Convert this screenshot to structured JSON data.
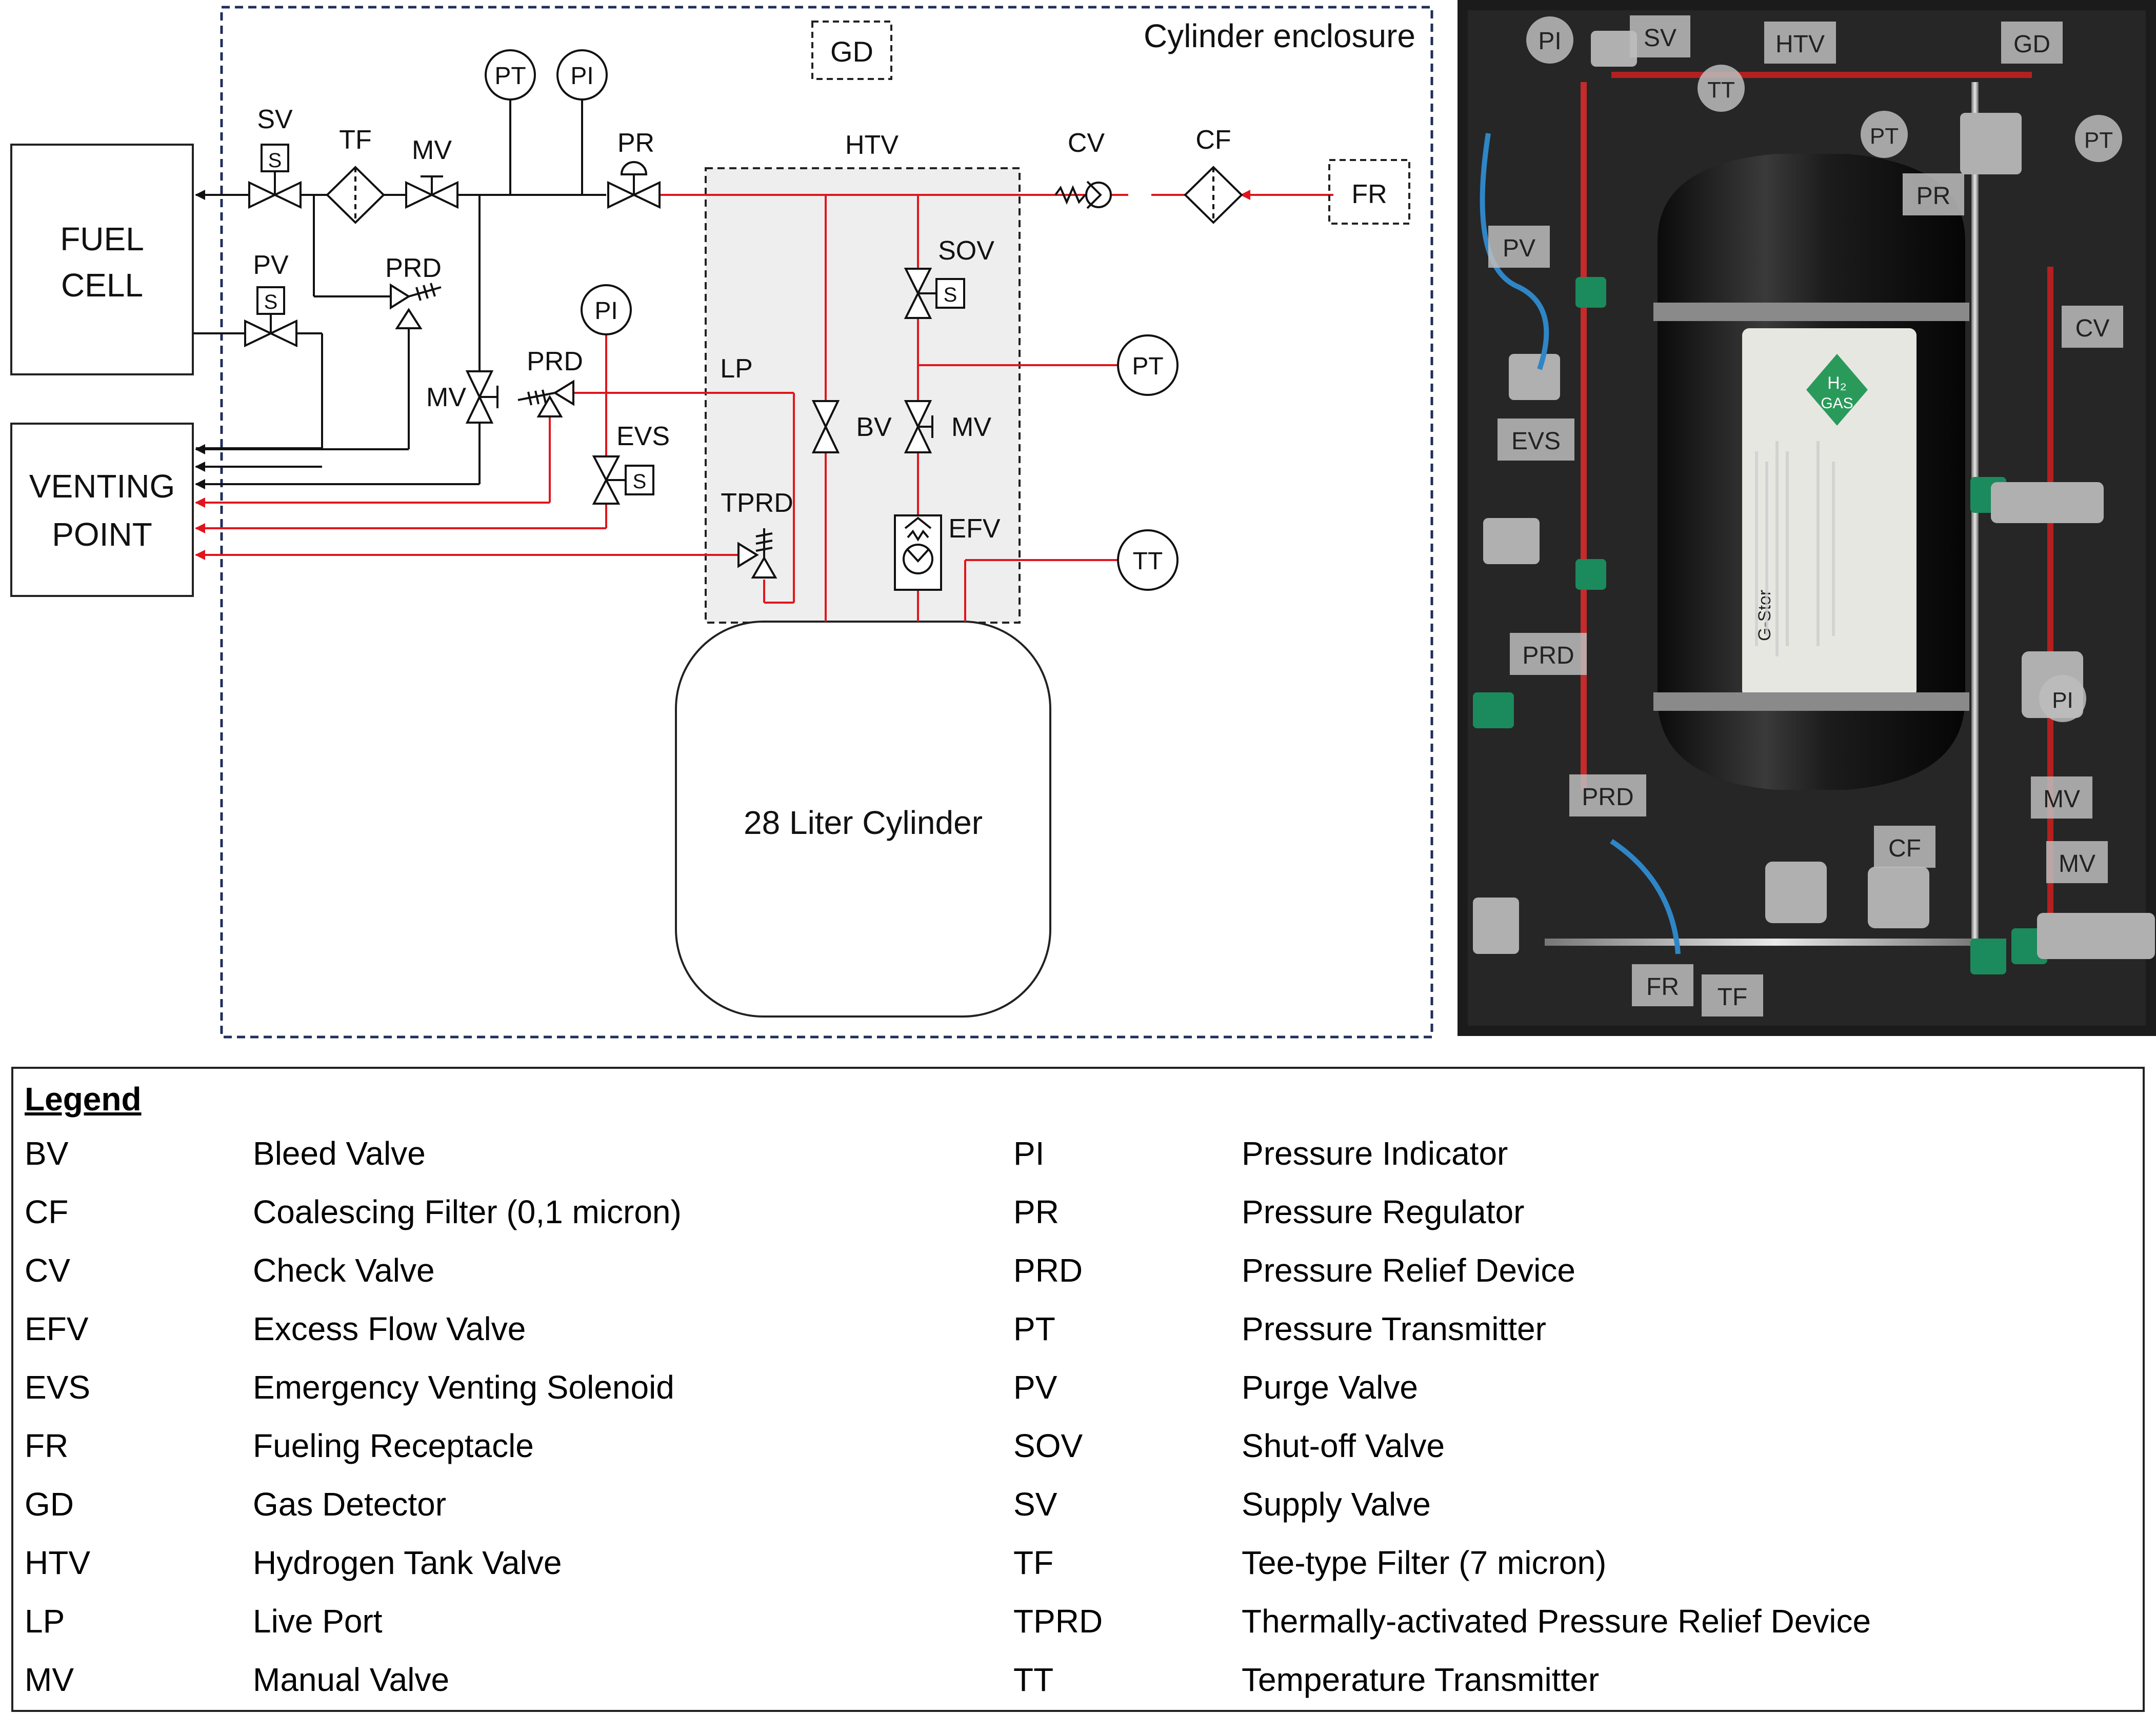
{
  "diagram": {
    "enclosure_label": "Cylinder enclosure",
    "blocks": {
      "fuel_cell": [
        "FUEL",
        "CELL"
      ],
      "venting_point": [
        "VENTING",
        "POINT"
      ],
      "cylinder": "28 Liter Cylinder"
    },
    "components": {
      "sv": "SV",
      "tf": "TF",
      "mv_top": "MV",
      "pt_top": "PT",
      "pi_top": "PI",
      "pr": "PR",
      "gd": "GD",
      "htv": "HTV",
      "cv": "CV",
      "cf": "CF",
      "fr": "FR",
      "pv": "PV",
      "prd_top": "PRD",
      "mv_left": "MV",
      "prd_mid": "PRD",
      "pi_mid": "PI",
      "evs": "EVS",
      "lp": "LP",
      "tprd": "TPRD",
      "sov": "SOV",
      "bv": "BV",
      "mv_right": "MV",
      "efv": "EFV",
      "pt_right": "PT",
      "tt": "TT"
    },
    "solenoid_letter": "S",
    "colors": {
      "black_line": "#111111",
      "red_line": "#e0161c",
      "htv_fill": "#eeeeee",
      "enclosure_border": "#1f2d5a"
    }
  },
  "photo": {
    "cylinder_label": "G-Stor",
    "gas_badge": [
      "H₂",
      "GAS"
    ],
    "callouts": [
      "PI",
      "SV",
      "HTV",
      "GD",
      "TT",
      "PT",
      "PT",
      "PR",
      "PV",
      "CV",
      "EVS",
      "PRD",
      "PI",
      "PRD",
      "MV",
      "CF",
      "MV",
      "FR",
      "TF"
    ]
  },
  "legend": {
    "title": "Legend",
    "left": [
      {
        "abbr": "BV",
        "desc": "Bleed Valve"
      },
      {
        "abbr": "CF",
        "desc": "Coalescing Filter (0,1 micron)"
      },
      {
        "abbr": "CV",
        "desc": "Check Valve"
      },
      {
        "abbr": "EFV",
        "desc": "Excess Flow Valve"
      },
      {
        "abbr": "EVS",
        "desc": "Emergency Venting Solenoid"
      },
      {
        "abbr": "FR",
        "desc": "Fueling Receptacle"
      },
      {
        "abbr": "GD",
        "desc": "Gas Detector"
      },
      {
        "abbr": "HTV",
        "desc": "Hydrogen Tank Valve"
      },
      {
        "abbr": "LP",
        "desc": "Live Port"
      },
      {
        "abbr": "MV",
        "desc": "Manual Valve"
      }
    ],
    "right": [
      {
        "abbr": "PI",
        "desc": "Pressure Indicator"
      },
      {
        "abbr": "PR",
        "desc": "Pressure Regulator"
      },
      {
        "abbr": "PRD",
        "desc": "Pressure Relief Device"
      },
      {
        "abbr": "PT",
        "desc": "Pressure Transmitter"
      },
      {
        "abbr": "PV",
        "desc": "Purge Valve"
      },
      {
        "abbr": "SOV",
        "desc": "Shut-off Valve"
      },
      {
        "abbr": "SV",
        "desc": "Supply Valve"
      },
      {
        "abbr": "TF",
        "desc": "Tee-type Filter (7 micron)"
      },
      {
        "abbr": "TPRD",
        "desc": "Thermally-activated Pressure Relief Device"
      },
      {
        "abbr": "TT",
        "desc": "Temperature Transmitter"
      }
    ]
  }
}
